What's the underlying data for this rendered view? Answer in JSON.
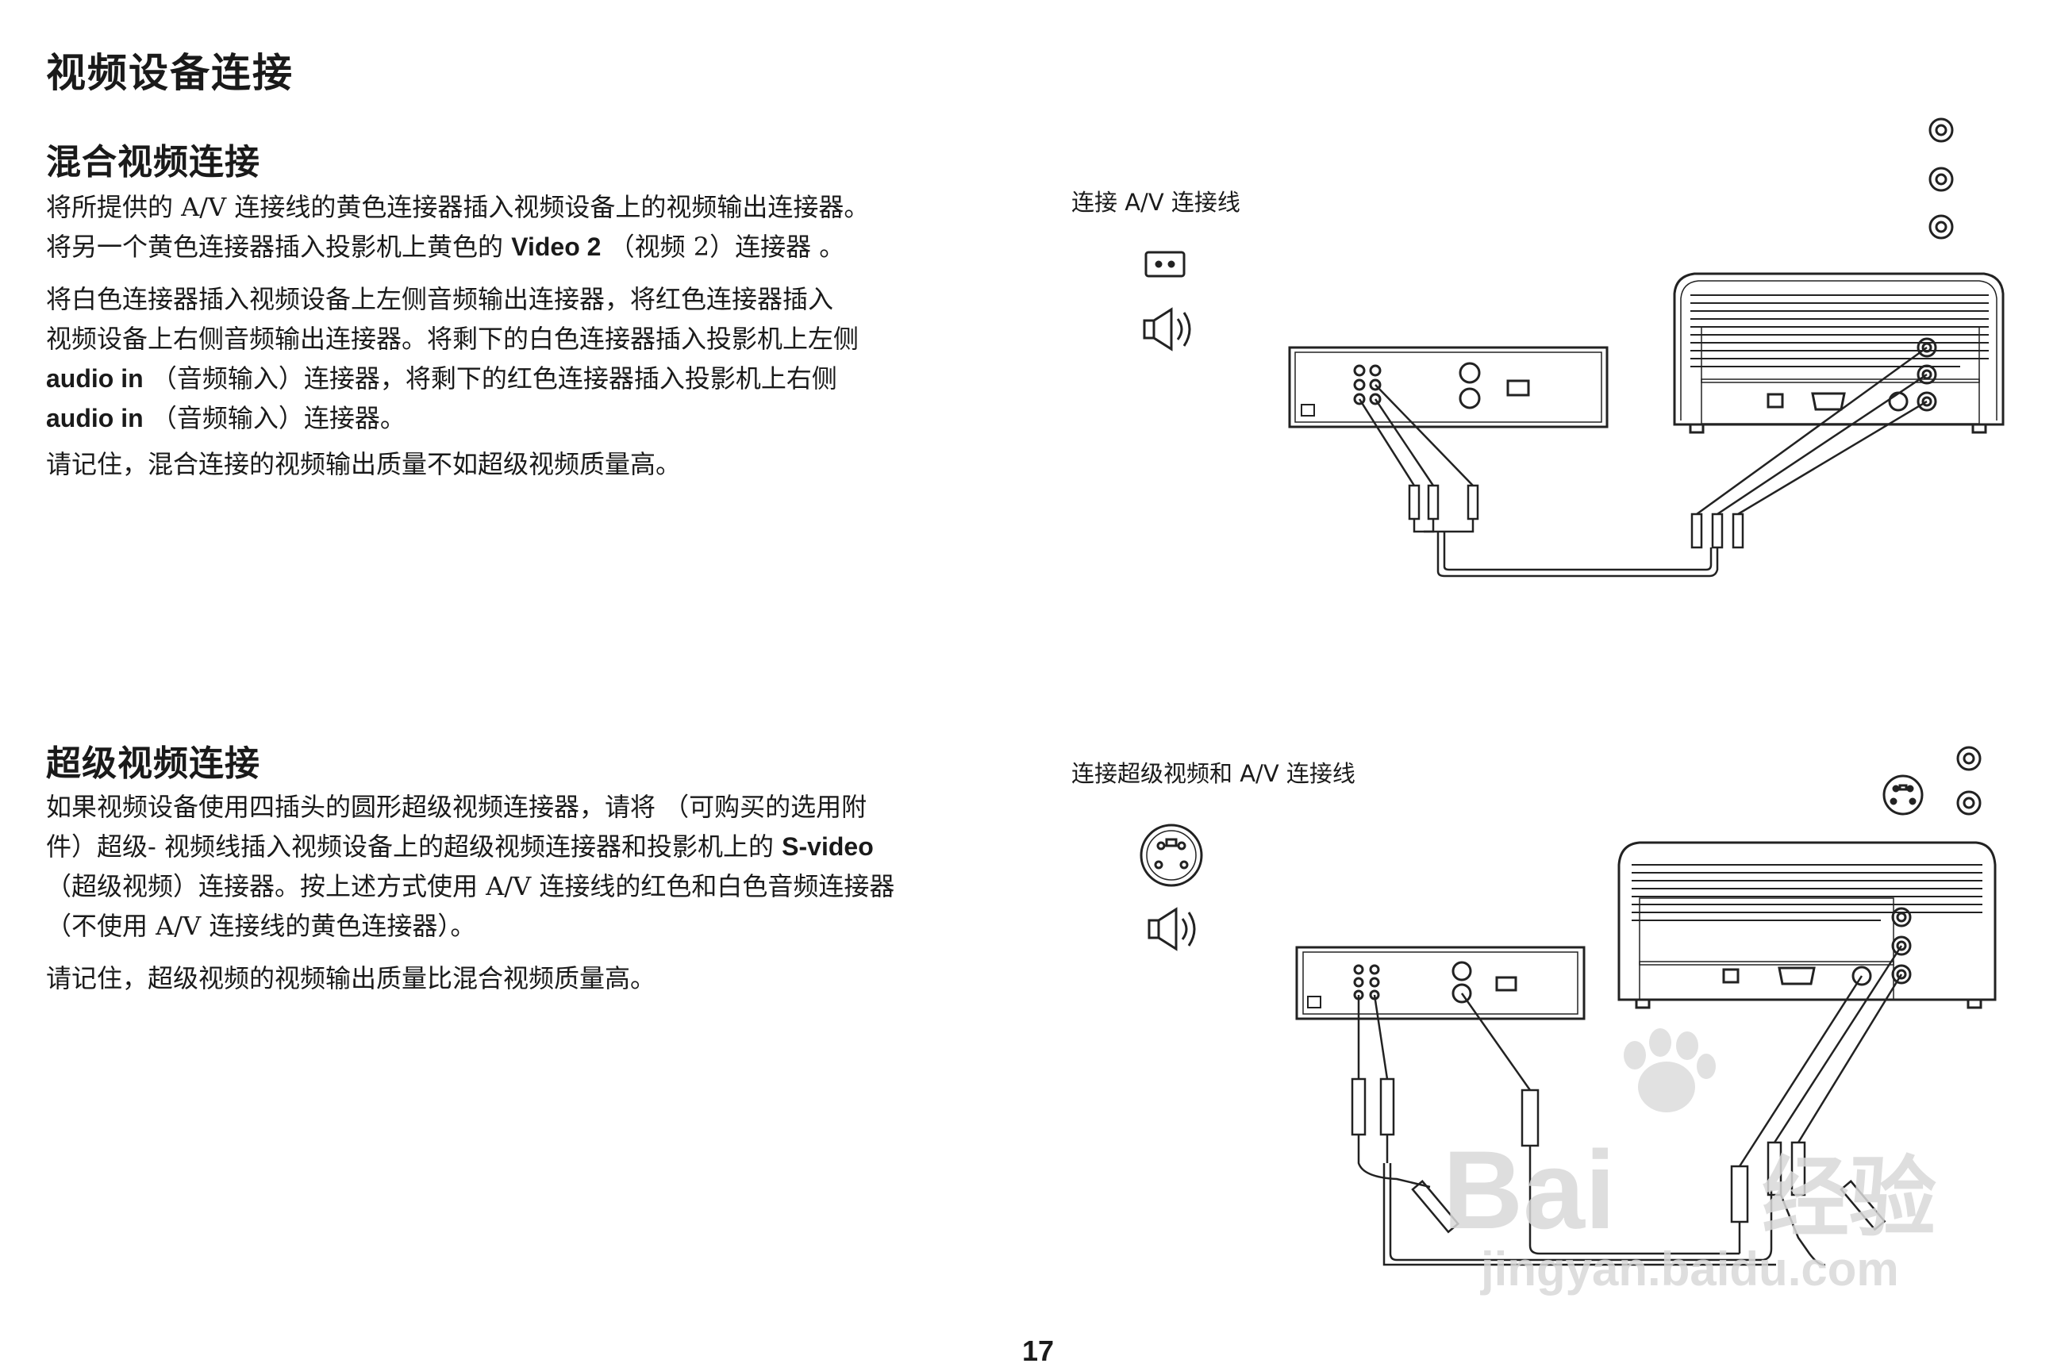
{
  "page": {
    "title": "视频设备连接",
    "page_number": "17"
  },
  "composite": {
    "heading": "混合视频连接",
    "p1_a": "将所提供的 A/V 连接线的黄色连接器插入视频设备上的视频输出连接器。",
    "p1_b": "将另一个黄色连接器插入投影机上黄色的 ",
    "p1_bold": "Video 2",
    "p1_c": " （视频 2）连接器 。",
    "p2_a": "将白色连接器插入视频设备上左侧音频输出连接器，将红色连接器插入",
    "p2_b": "视频设备上右侧音频输出连接器。将剩下的白色连接器插入投影机上左侧",
    "p2_bold1": "audio in",
    "p2_c": " （音频输入）连接器，将剩下的红色连接器插入投影机上右侧",
    "p2_bold2": "audio in",
    "p2_d": " （音频输入）连接器。",
    "p3": "请记住，混合连接的视频输出质量不如超级视频质量高。",
    "caption": "连接 A/V 连接线"
  },
  "svideo": {
    "heading": "超级视频连接",
    "p1_a": "如果视频设备使用四插头的圆形超级视频连接器，请将 （可购买的选用附",
    "p1_b": "件）超级- 视频线插入视频设备上的超级视频连接器和投影机上的 ",
    "p1_bold": "S-video",
    "p1_c": "（超级视频）连接器。按上述方式使用 A/V 连接线的红色和白色音频连接器",
    "p1_d": "（不使用 A/V 连接线的黄色连接器）。",
    "p2": "请记住，超级视频的视频输出质量比混合视频质量高。",
    "caption": "连接超级视频和 A/V 连接线"
  },
  "watermark": {
    "line1": "Bai",
    "line1b": "经验",
    "line2": "jingyan.baidu.com"
  }
}
